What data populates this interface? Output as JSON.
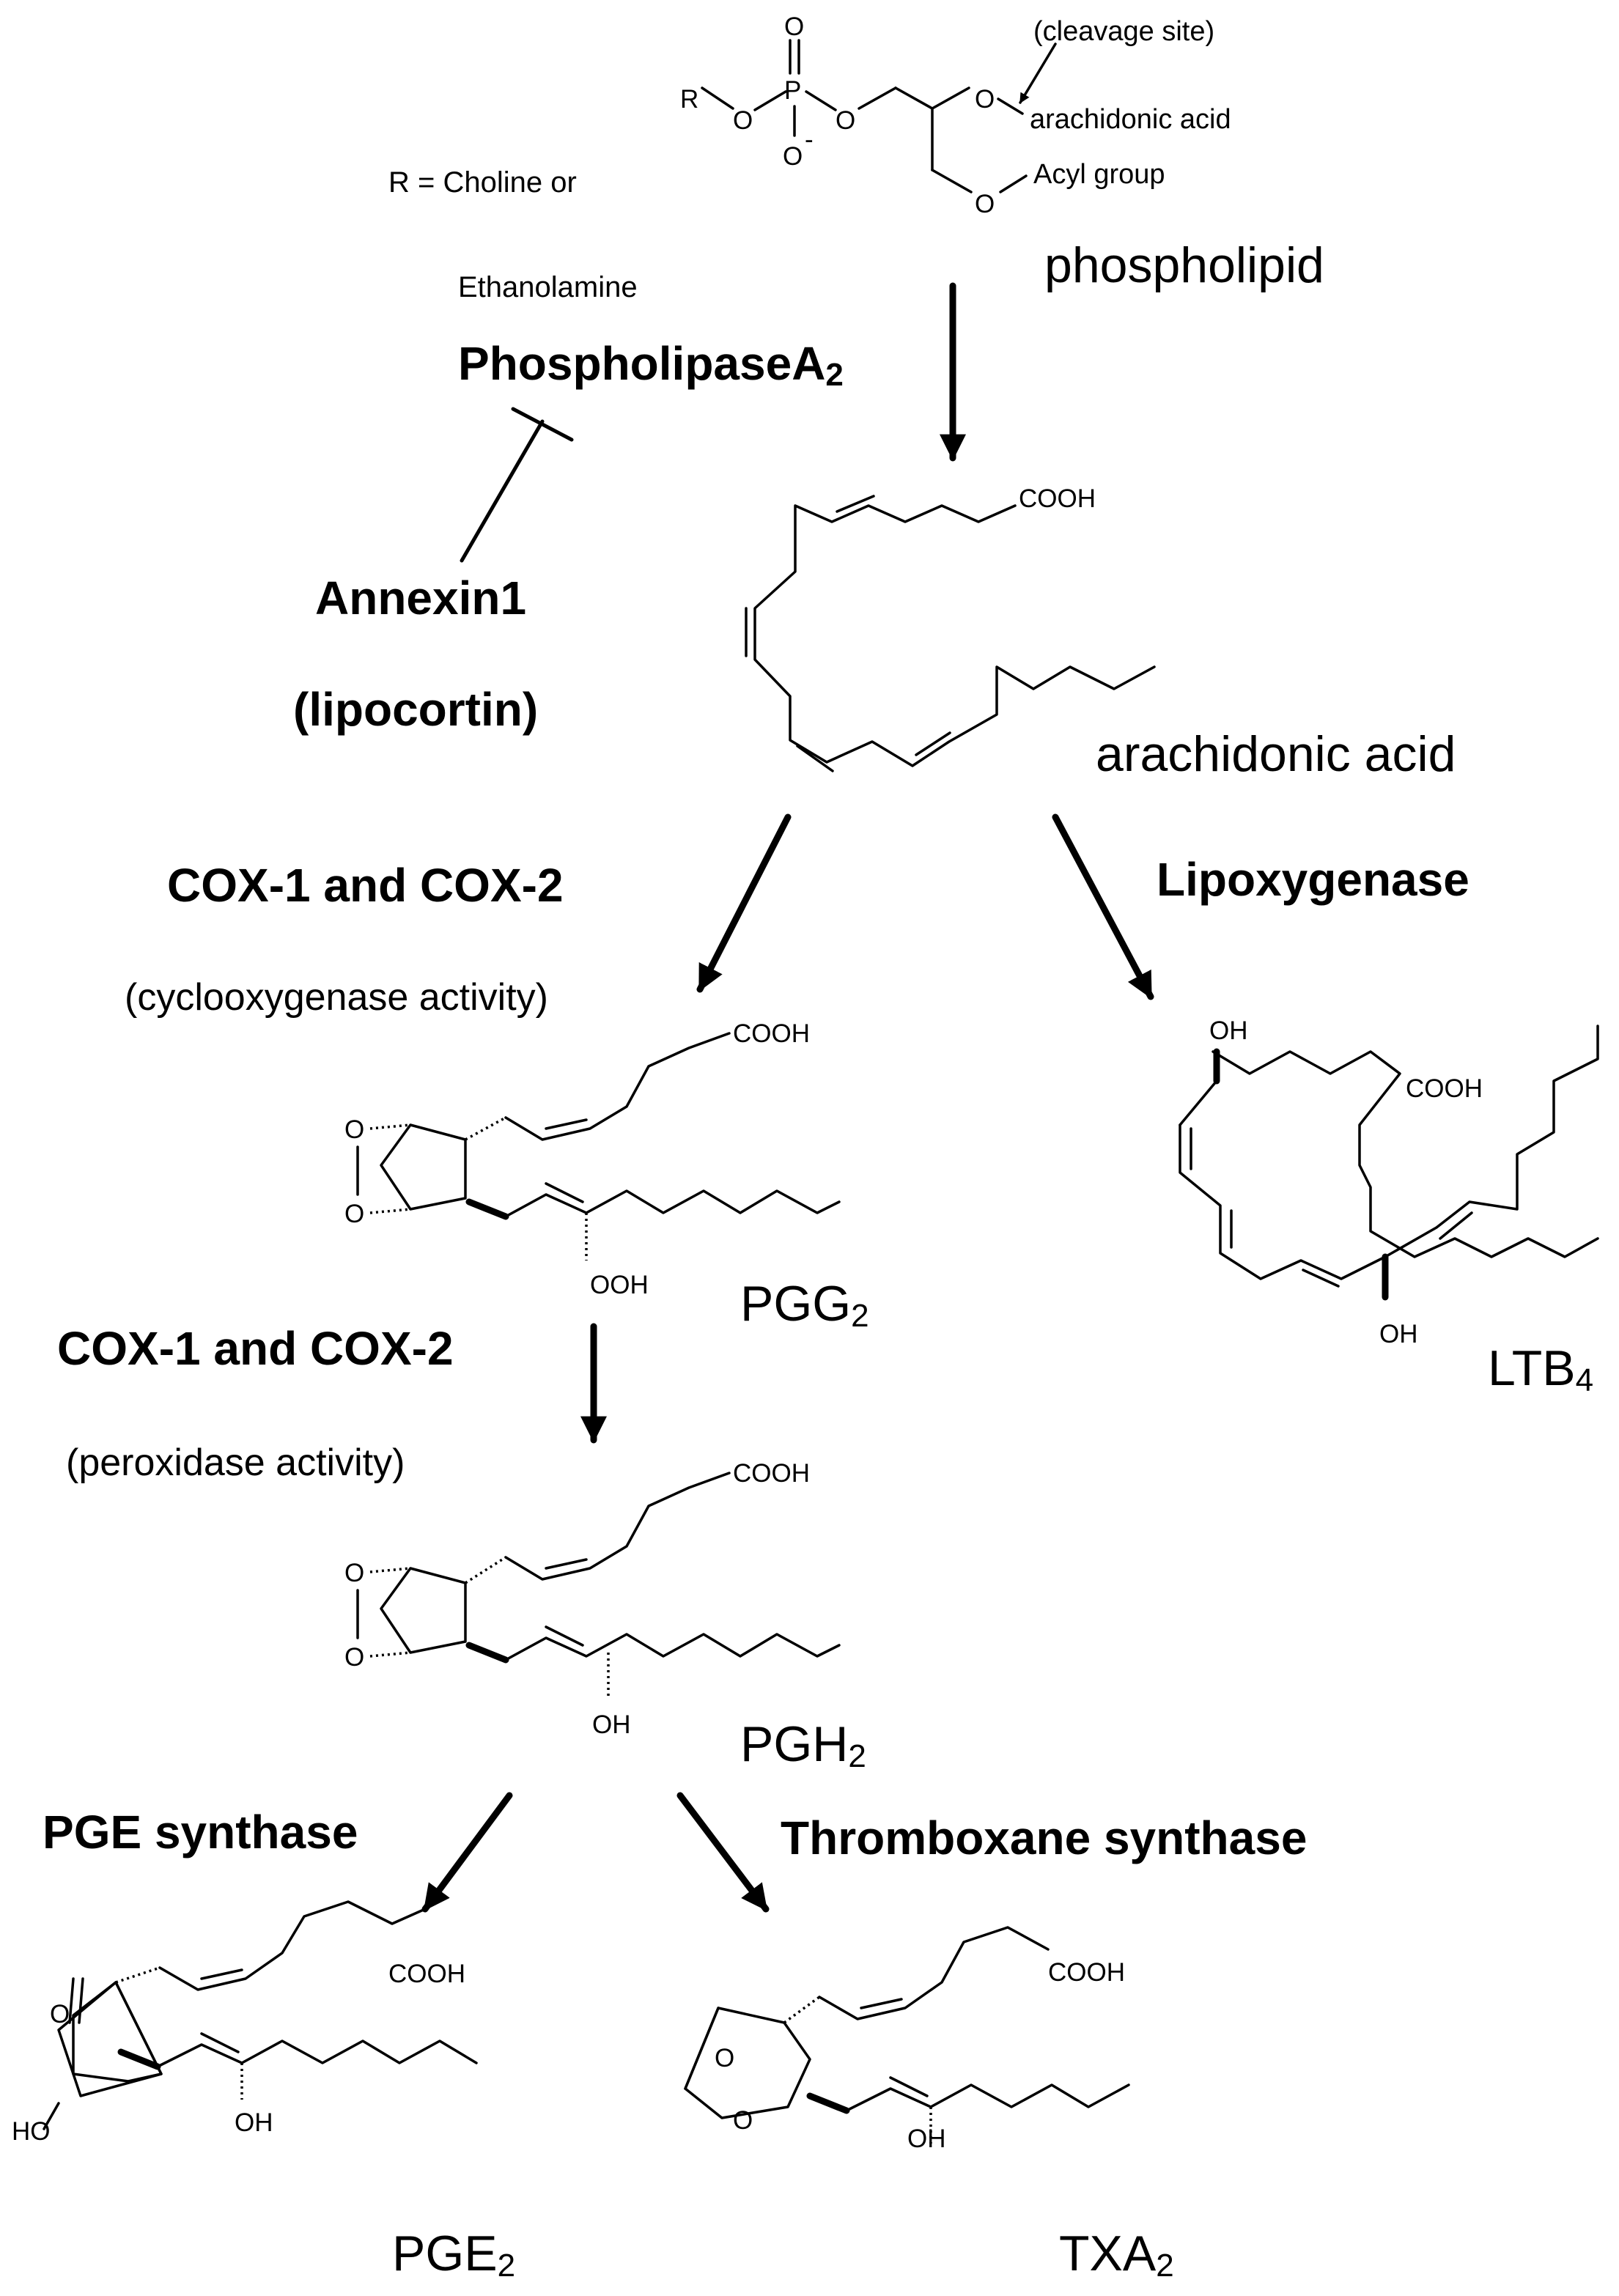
{
  "phospholipid": {
    "name": "phospholipid",
    "r_definition_line1": "R = Choline or",
    "r_definition_line2": "Ethanolamine",
    "cleavage_note": "(cleavage site)",
    "sn2_substituent": "arachidonic acid",
    "sn1_substituent": "Acyl group",
    "atoms": {
      "r": "R",
      "o": "O",
      "p": "P",
      "o_minus": "O",
      "minus": "-"
    }
  },
  "enzymes": {
    "pla2": {
      "main": "PhospholipaseA",
      "sub": "2"
    },
    "annexin": {
      "line1": "Annexin1",
      "line2": "(lipocortin)"
    },
    "cox_cyclo": {
      "title": "COX-1 and COX-2",
      "note": "(cyclooxygenase activity)"
    },
    "cox_perox": {
      "title": "COX-1 and COX-2",
      "note": "(peroxidase activity)"
    },
    "lipoxygenase": "Lipoxygenase",
    "pge_synthase": "PGE synthase",
    "thromboxane_synthase": "Thromboxane synthase"
  },
  "compounds": {
    "arachidonic_acid": {
      "name": "arachidonic acid",
      "cooh": "COOH"
    },
    "pgg2": {
      "main": "PGG",
      "sub": "2",
      "cooh": "COOH",
      "substituent": "OOH",
      "ring_o": "O"
    },
    "pgh2": {
      "main": "PGH",
      "sub": "2",
      "cooh": "COOH",
      "substituent": "OH",
      "ring_o": "O"
    },
    "ltb4": {
      "main": "LTB",
      "sub": "4",
      "cooh": "COOH",
      "oh": "OH"
    },
    "pge2": {
      "main": "PGE",
      "sub": "2",
      "cooh": "COOH",
      "oh": "OH",
      "ho": "HO",
      "keto_o": "O"
    },
    "txa2": {
      "main": "TXA",
      "sub": "2",
      "cooh": "COOH",
      "oh": "OH",
      "ring_o": "O"
    }
  }
}
